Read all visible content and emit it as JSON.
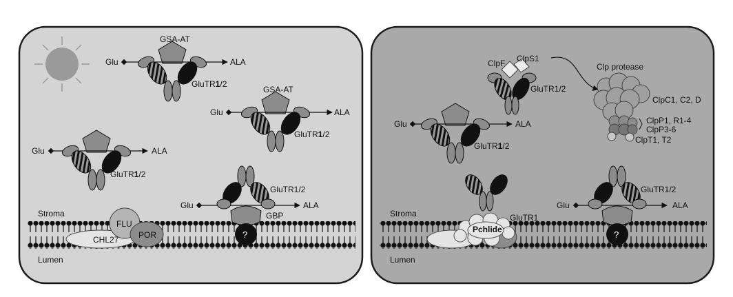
{
  "panels": {
    "day": {
      "enzymes": [
        {
          "top_label": "GSA-AT",
          "substrate": "Glu",
          "product": "ALA",
          "complex": "GluTR1/2",
          "bold_part": "1"
        },
        {
          "top_label": "GSA-AT",
          "substrate": "Glu",
          "product": "ALA",
          "complex": "GluTR1/2",
          "bold_part": "1"
        },
        {
          "top_label": "",
          "substrate": "Glu",
          "product": "ALA",
          "complex": "GluTR1/2",
          "bold_part": "1"
        }
      ],
      "membrane_complex": {
        "substrate": "Glu",
        "product": "ALA",
        "complex": "GluTR1/2",
        "binding_protein": "GBP",
        "unknown": "?"
      },
      "membrane_proteins": {
        "flu": "FLU",
        "por": "POR",
        "chl27": "CHL27"
      },
      "compartments": {
        "stroma": "Stroma",
        "lumen": "Lumen"
      }
    },
    "night": {
      "degradation": {
        "adaptor": "ClpF",
        "adaptor2": "ClpS1",
        "complex": "GluTR1/2",
        "protease": "Clp protease"
      },
      "protease_subunits": [
        "ClpC1, C2, D",
        "ClpP1, R1-4",
        "ClpP3-6",
        "ClpT1, T2"
      ],
      "enzyme": {
        "substrate": "Glu",
        "product": "ALA",
        "complex": "GluTR1/2",
        "bold_part": "1"
      },
      "inhibited": {
        "complex": "GluTR1",
        "pigment": "Pchlide"
      },
      "membrane_complex": {
        "substrate": "Glu",
        "product": "ALA",
        "complex": "GluTR1/2",
        "unknown": "?"
      },
      "compartments": {
        "stroma": "Stroma",
        "lumen": "Lumen"
      }
    }
  },
  "colors": {
    "day_bg": "#d4d4d4",
    "night_bg": "#a9a9a9",
    "border": "#1a1a1a",
    "protein_gray": "#8c8c8c",
    "protein_dark": "#111111",
    "sun": "#9a9a9a",
    "moon": "#7a7a7a",
    "light_fill": "#dcdcdc"
  }
}
